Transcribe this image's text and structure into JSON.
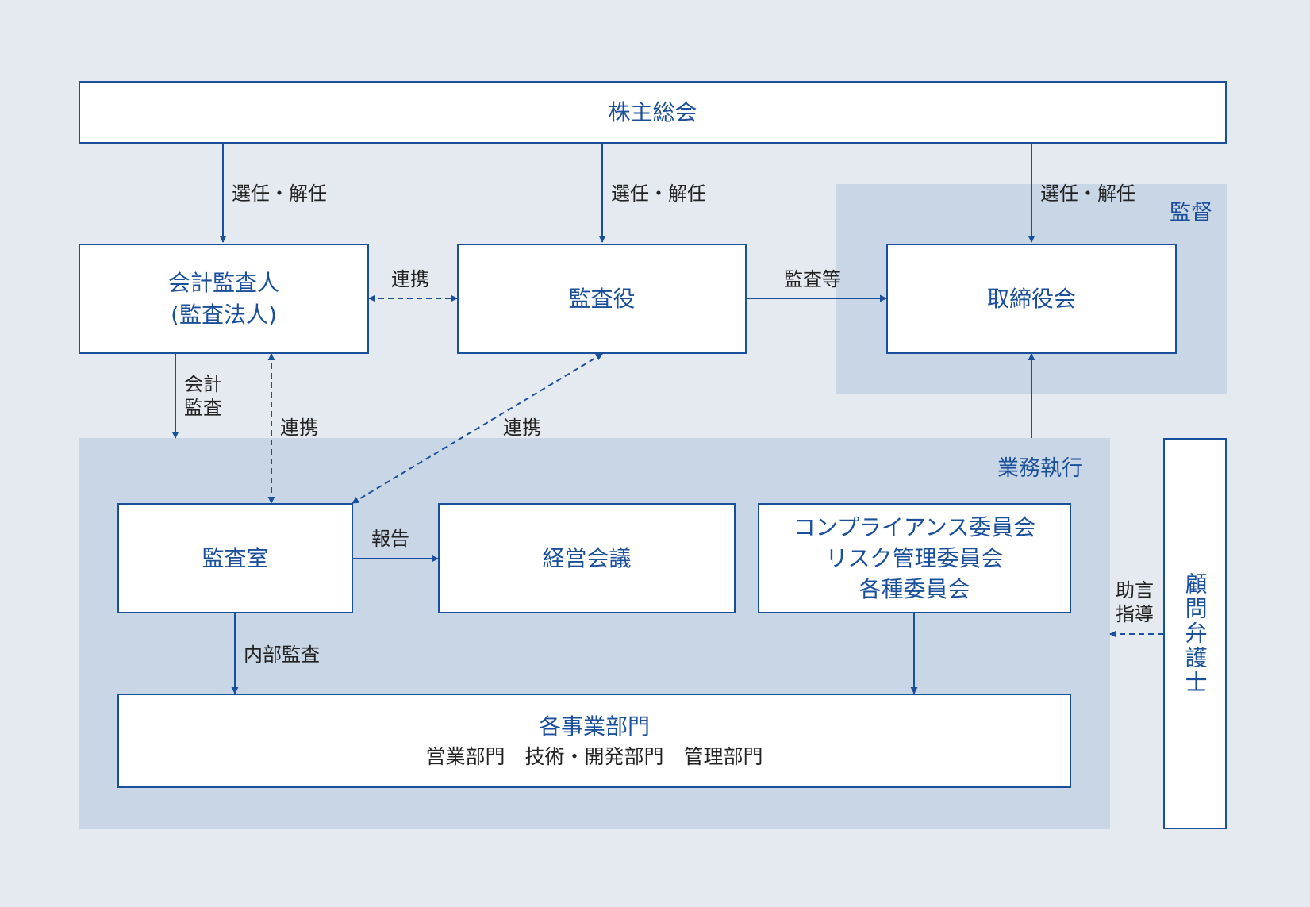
{
  "regions": {
    "supervision": "監督",
    "execution": "業務執行"
  },
  "nodes": {
    "shareholders": "株主総会",
    "accounting_auditor": [
      "会計監査人",
      "(監査法人)"
    ],
    "auditor": "監査役",
    "board": "取締役会",
    "audit_office": "監査室",
    "management_meeting": "経営会議",
    "committees": [
      "コンプライアンス委員会",
      "リスク管理委員会",
      "各種委員会"
    ],
    "divisions": {
      "title": "各事業部門",
      "sub": "営業部門　技術・開発部門　管理部門"
    },
    "lawyer": "顧問弁護士"
  },
  "edge_labels": {
    "elect_dismiss": "選任・解任",
    "cooperation": "連携",
    "audit_etc": "監査等",
    "accounting_audit": [
      "会計",
      "監査"
    ],
    "report": "報告",
    "internal_audit": "内部監査",
    "advice_guidance": [
      "助言",
      "指導"
    ]
  },
  "colors": {
    "background": "#e4eaef",
    "region_fill": "#c9d6e5",
    "primary": "#1a4f9c",
    "text": "#222222",
    "box_fill": "#ffffff"
  }
}
